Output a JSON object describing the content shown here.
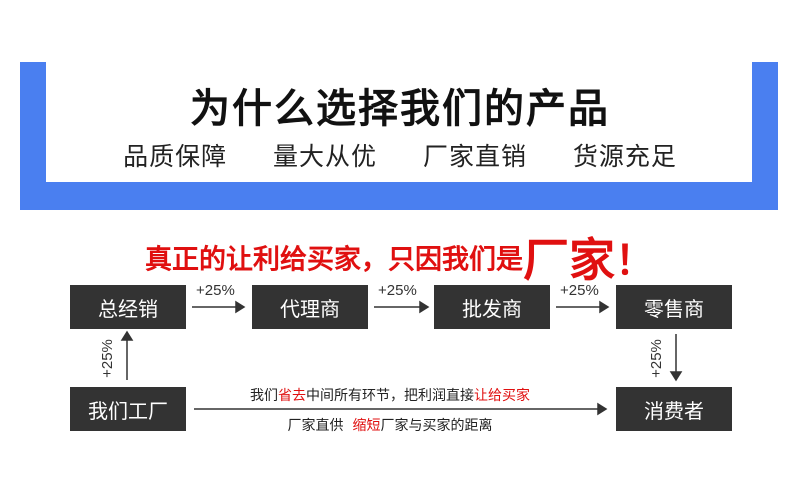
{
  "header": {
    "title": "为什么选择我们的产品",
    "subtitle": "品质保障  量大从优  厂家直销  货源充足"
  },
  "headline": {
    "main": "真正的让利给买家，只因我们是",
    "emphasis": "厂家",
    "mark": "！"
  },
  "chain": {
    "boxes": [
      "总经销",
      "代理商",
      "批发商",
      "零售商",
      "我们工厂",
      "消费者"
    ],
    "markup": [
      "+25%",
      "+25%",
      "+25%",
      "+25%",
      "+25%"
    ]
  },
  "notes": {
    "line1_a": "我们",
    "line1_red": "省去",
    "line1_b": "中间所有环节，把利润直接",
    "line1_red2": "让给买家",
    "line2_a": "厂家直供  ",
    "line2_red": "缩短",
    "line2_b": "厂家与买家的距离"
  },
  "colors": {
    "frame_blue": "#4a7ff0",
    "accent_red": "#e01010",
    "box_dark": "#333333"
  }
}
